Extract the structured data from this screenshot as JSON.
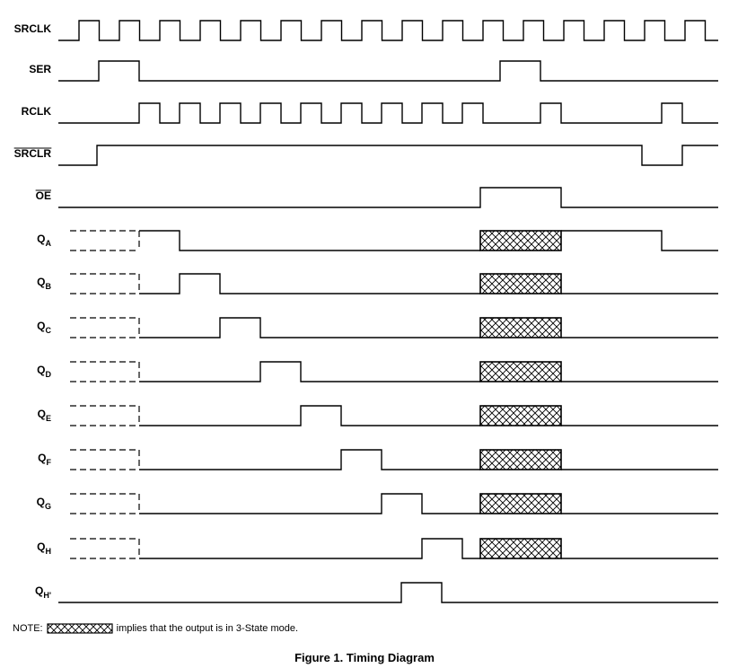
{
  "figure": {
    "note_prefix": "NOTE:",
    "note_text": "implies that the output is in 3-State mode.",
    "caption": "Figure 1.  Timing Diagram"
  },
  "signals": [
    {
      "main": "SRCLK",
      "sub": "",
      "overline": false
    },
    {
      "main": "SER",
      "sub": "",
      "overline": false
    },
    {
      "main": "RCLK",
      "sub": "",
      "overline": false
    },
    {
      "main": "SRCLR",
      "sub": "",
      "overline": true
    },
    {
      "main": "OE",
      "sub": "",
      "overline": true
    },
    {
      "main": "Q",
      "sub": "A",
      "overline": false
    },
    {
      "main": "Q",
      "sub": "B",
      "overline": false
    },
    {
      "main": "Q",
      "sub": "C",
      "overline": false
    },
    {
      "main": "Q",
      "sub": "D",
      "overline": false
    },
    {
      "main": "Q",
      "sub": "E",
      "overline": false
    },
    {
      "main": "Q",
      "sub": "F",
      "overline": false
    },
    {
      "main": "Q",
      "sub": "G",
      "overline": false
    },
    {
      "main": "Q",
      "sub": "H",
      "overline": false
    },
    {
      "main": "Q",
      "sub": "H'",
      "overline": false
    }
  ],
  "colors": {
    "line": "#000000",
    "background": "#ffffff"
  }
}
